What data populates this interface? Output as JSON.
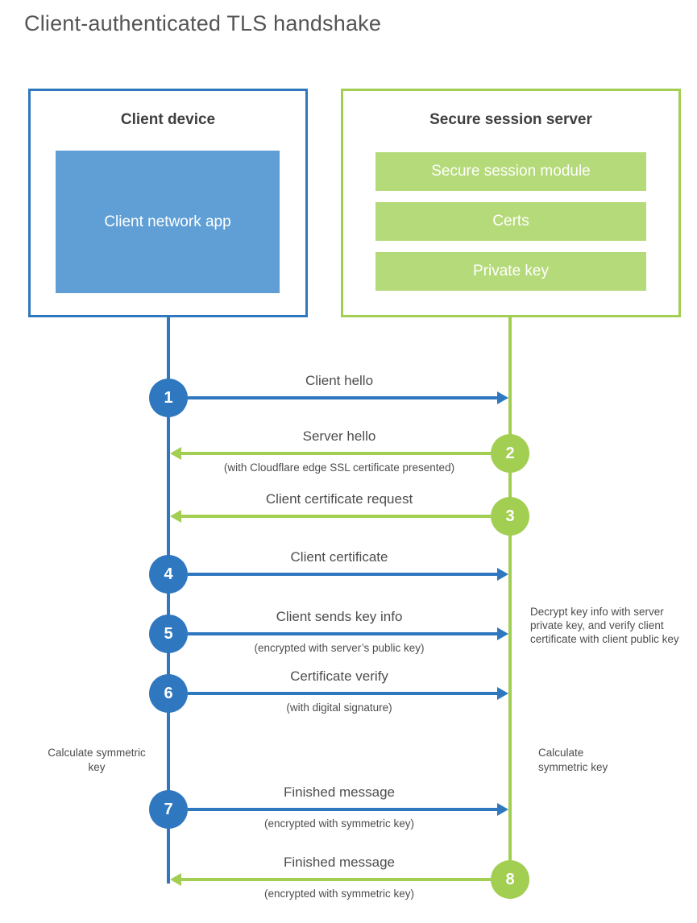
{
  "title": "Client-authenticated TLS handshake",
  "colors": {
    "blue": "#2f78bf",
    "blue_fill": "#5f9fd5",
    "green": "#a2ce52",
    "green_fill": "#b5da79"
  },
  "client_box": {
    "title": "Client device",
    "app_label": "Client network app"
  },
  "server_box": {
    "title": "Secure session server",
    "modules": [
      "Secure session module",
      "Certs",
      "Private key"
    ]
  },
  "steps": [
    {
      "num": "1",
      "direction": "right",
      "from": "client",
      "label": "Client hello",
      "sub": ""
    },
    {
      "num": "2",
      "direction": "left",
      "from": "server",
      "label": "Server hello",
      "sub": "(with Cloudflare edge SSL certificate presented)"
    },
    {
      "num": "3",
      "direction": "left",
      "from": "server",
      "label": "Client certificate request",
      "sub": ""
    },
    {
      "num": "4",
      "direction": "right",
      "from": "client",
      "label": "Client certificate",
      "sub": ""
    },
    {
      "num": "5",
      "direction": "right",
      "from": "client",
      "label": "Client sends key info",
      "sub": "(encrypted with server’s public key)"
    },
    {
      "num": "6",
      "direction": "right",
      "from": "client",
      "label": "Certificate verify",
      "sub": "(with digital signature)"
    },
    {
      "num": "7",
      "direction": "right",
      "from": "client",
      "label": "Finished message",
      "sub": "(encrypted with symmetric key)"
    },
    {
      "num": "8",
      "direction": "left",
      "from": "server",
      "label": "Finished message",
      "sub": "(encrypted with symmetric key)"
    }
  ],
  "annotations": {
    "decrypt_note": "Decrypt key info with server private key, and verify client certificate with client public key",
    "calc_left": "Calculate symmetric key",
    "calc_right": "Calculate symmetric key"
  }
}
